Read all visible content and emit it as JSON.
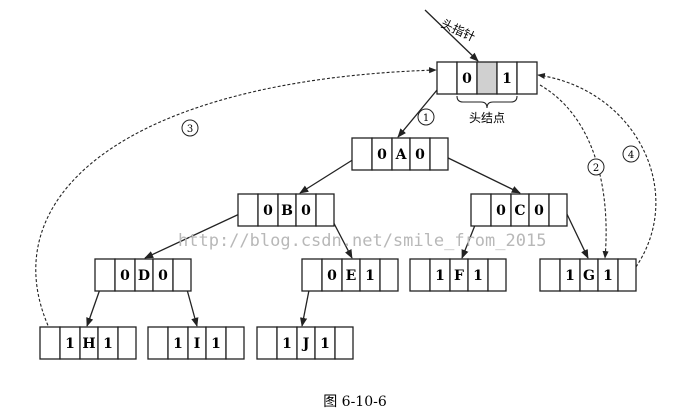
{
  "labels": {
    "head_pointer": "头指针",
    "head_node": "头结点",
    "caption": "图 6-10-6",
    "watermark": "http://blog.csdn.net/smile_from_2015"
  },
  "head": {
    "ltag": "0",
    "rtag": "1"
  },
  "nodes": {
    "A": {
      "ltag": "0",
      "data": "A",
      "rtag": "0"
    },
    "B": {
      "ltag": "0",
      "data": "B",
      "rtag": "0"
    },
    "C": {
      "ltag": "0",
      "data": "C",
      "rtag": "0"
    },
    "D": {
      "ltag": "0",
      "data": "D",
      "rtag": "0"
    },
    "E": {
      "ltag": "0",
      "data": "E",
      "rtag": "1"
    },
    "F": {
      "ltag": "1",
      "data": "F",
      "rtag": "1"
    },
    "G": {
      "ltag": "1",
      "data": "G",
      "rtag": "1"
    },
    "H": {
      "ltag": "1",
      "data": "H",
      "rtag": "1"
    },
    "I": {
      "ltag": "1",
      "data": "I",
      "rtag": "1"
    },
    "J": {
      "ltag": "1",
      "data": "J",
      "rtag": "1"
    }
  },
  "markers": [
    "①",
    "②",
    "③",
    "④"
  ],
  "colors": {
    "line": "#222222",
    "head_fill": "#d0d0d0",
    "watermark": "#b8b8b8"
  }
}
